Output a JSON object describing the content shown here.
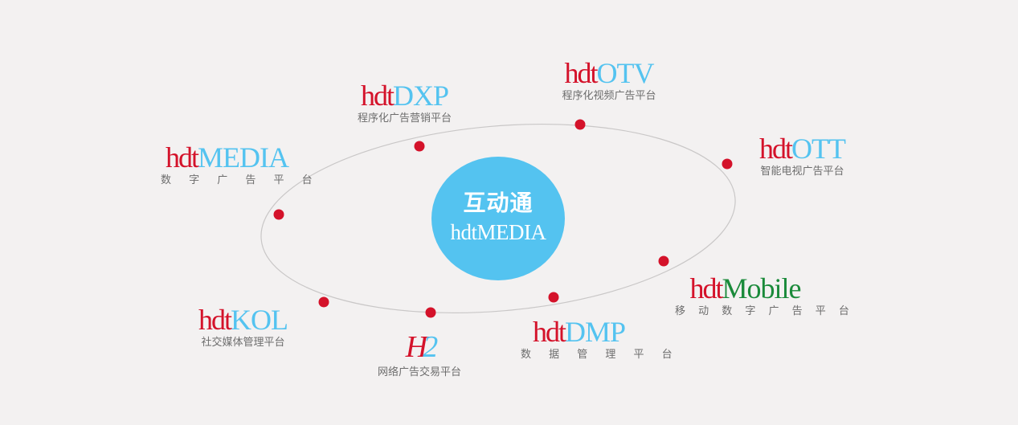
{
  "colors": {
    "red": "#d4122a",
    "blue": "#54c3f0",
    "green": "#1a8a3a",
    "orbit": "#c9c7c7",
    "background": "#f3f1f1"
  },
  "center": {
    "title_cn": "互动通",
    "title_en": "hdtMEDIA"
  },
  "nodes": [
    {
      "id": "media",
      "prefix": "hdt",
      "suffix": "MEDIA",
      "subtitle": "数 字 广 告 平 台",
      "suffix_color": "#54c3f0"
    },
    {
      "id": "dxp",
      "prefix": "hdt",
      "suffix": "DXP",
      "subtitle": "程序化广告营销平台",
      "suffix_color": "#54c3f0"
    },
    {
      "id": "otv",
      "prefix": "hdt",
      "suffix": "OTV",
      "subtitle": "程序化视频广告平台",
      "suffix_color": "#54c3f0"
    },
    {
      "id": "ott",
      "prefix": "hdt",
      "suffix": "OTT",
      "subtitle": "智能电视广告平台",
      "suffix_color": "#54c3f0"
    },
    {
      "id": "mobile",
      "prefix": "hdt",
      "suffix": "Mobile",
      "subtitle": "移 动 数 字 广 告 平 台",
      "suffix_color": "#1a8a3a"
    },
    {
      "id": "dmp",
      "prefix": "hdt",
      "suffix": "DMP",
      "subtitle": "数 据 管 理 平 台",
      "suffix_color": "#54c3f0"
    },
    {
      "id": "h2",
      "logo_h": "H",
      "logo_2": "2",
      "subtitle": "网络广告交易平台"
    },
    {
      "id": "kol",
      "prefix": "hdt",
      "suffix": "KOL",
      "subtitle": "社交媒体管理平台",
      "suffix_color": "#54c3f0"
    }
  ]
}
